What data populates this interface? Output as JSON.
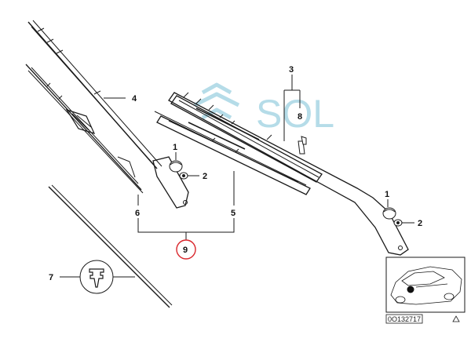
{
  "diagram": {
    "callouts": {
      "n1a": "1",
      "n2a": "2",
      "n3": "3",
      "n4": "4",
      "n5": "5",
      "n6": "6",
      "n7": "7",
      "n8": "8",
      "n9": "9",
      "n1b": "1",
      "n2b": "2"
    },
    "watermark": "SOL",
    "thumbnail_code": "0O132717",
    "colors": {
      "line": "#1a1a1a",
      "highlight_circle": "#d9262c",
      "watermark": "#b5dce8"
    }
  }
}
